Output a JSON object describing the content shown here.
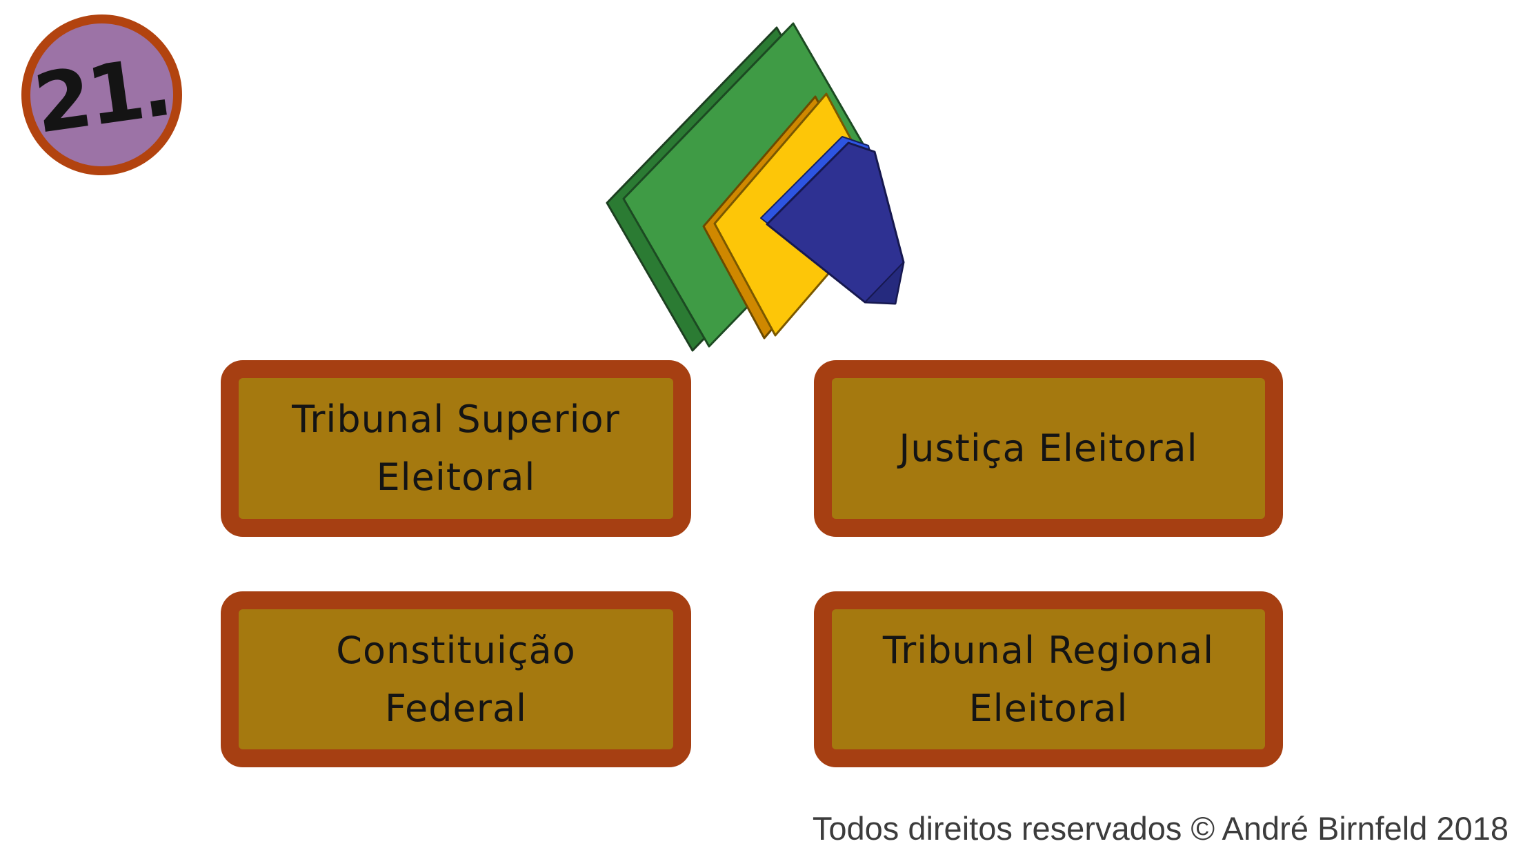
{
  "question": {
    "number": "21."
  },
  "badge": {
    "fill": "#9c73a6",
    "border": "#b2430f",
    "text_color": "#141414"
  },
  "logo": {
    "name": "electoral-justice-layered-squares-logo",
    "colors": {
      "green": "#3f9b45",
      "green_dark": "#2b7b33",
      "yellow": "#fdc608",
      "yellow_dark": "#cf8800",
      "blue": "#2e3192",
      "blue_dark": "#252a7e",
      "blue_bright": "#2d55e2"
    }
  },
  "buttons": {
    "fill": "#a5790f",
    "border": "#a63f12",
    "text_color": "#141414"
  },
  "answers": [
    {
      "label": "Tribunal Superior\nEleitoral"
    },
    {
      "label": "Justiça Eleitoral"
    },
    {
      "label": "Constituição\nFederal"
    },
    {
      "label": "Tribunal Regional\nEleitoral"
    }
  ],
  "footer": {
    "text": "Todos direitos reservados © André Birnfeld 2018",
    "color": "#3c3c3c"
  }
}
